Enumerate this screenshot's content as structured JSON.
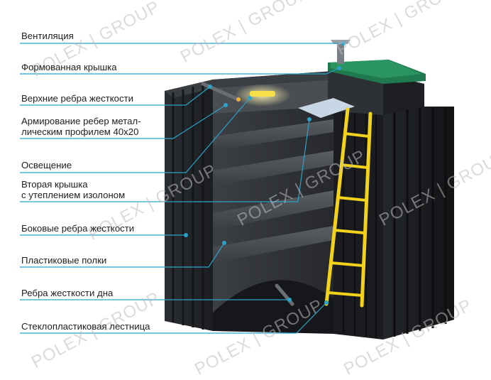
{
  "labels": {
    "ventilation": "Вентиляция",
    "molded_lid": "Формованная крышка",
    "top_ribs": "Верхние ребра жесткости",
    "reinforcement_line1": "Армирование ребер метал-",
    "reinforcement_line2": "лическим профилем 40х20",
    "lighting": "Освещение",
    "second_lid_line1": "Вторая крышка",
    "second_lid_line2": "с утеплением изолоном",
    "side_ribs": "Боковые ребра жесткости",
    "shelves": "Пластиковые полки",
    "bottom_ribs": "Ребра жесткости дна",
    "ladder": "Стеклопластиковая лестница"
  },
  "watermark": {
    "text": "POLEX | GROUP"
  },
  "colors": {
    "leader_line": "#2aa3c9",
    "label_text": "#1e1e1e",
    "body_dark": "#1f2124",
    "lid_green": "#1f7a4f",
    "ladder_yellow": "#f2d21b",
    "light_yellow": "#f5e04a"
  }
}
